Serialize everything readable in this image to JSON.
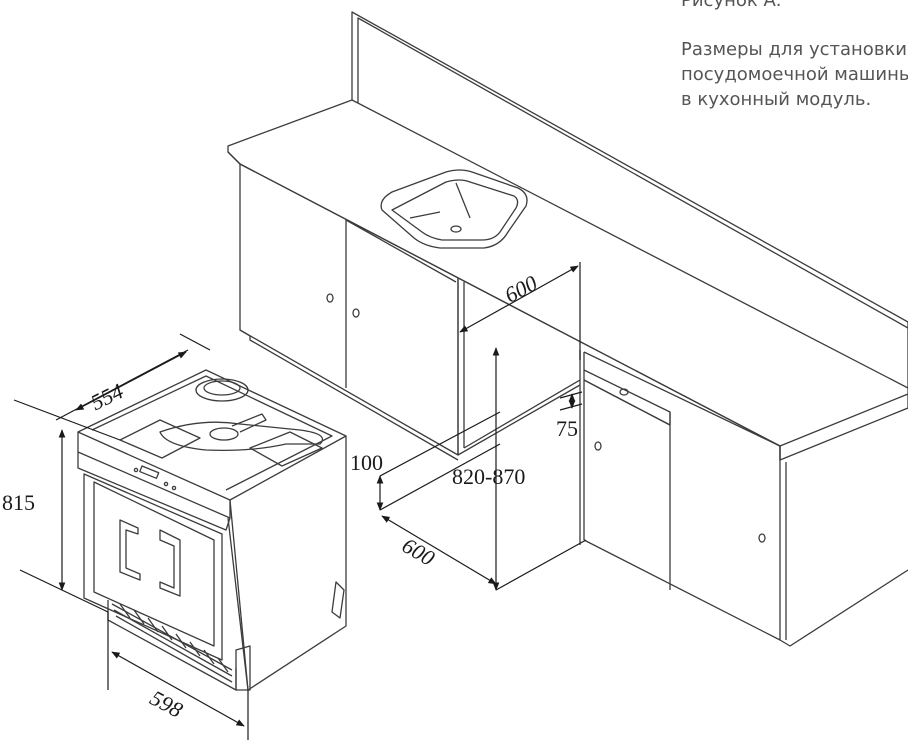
{
  "caption": {
    "figure_label": "Рисунок А.",
    "lines": [
      "Размеры для установки",
      "посудомоечной машины",
      "в кухонный модуль."
    ]
  },
  "dimensions": {
    "dishwasher_depth": "554",
    "dishwasher_height": "815",
    "dishwasher_width": "598",
    "niche_width": "600",
    "niche_depth": "600",
    "niche_height": "820-870",
    "plinth_height": "100",
    "door_gap": "75"
  },
  "colors": {
    "line": "#3c3c3c",
    "caption": "#555555"
  }
}
